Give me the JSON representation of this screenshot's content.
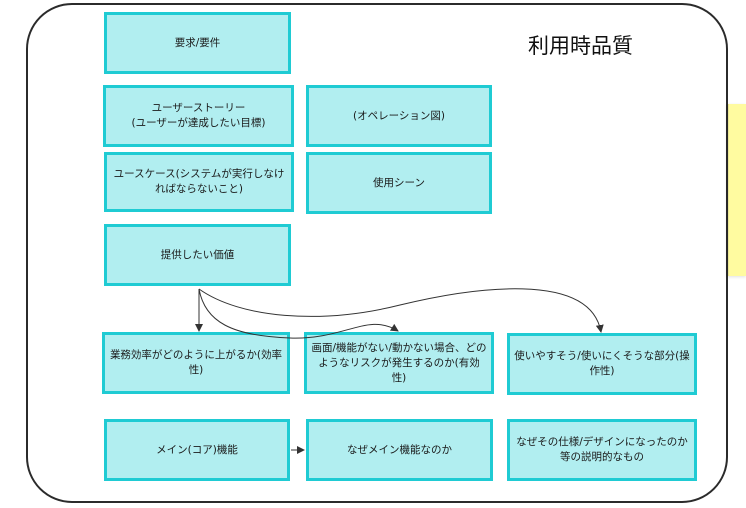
{
  "frame": {
    "title": "利用時品質"
  },
  "boxes": {
    "requirements": "要求/要件",
    "user_story": "ユーザーストーリー\n(ユーザーが達成したい目標)",
    "operation_diagram": "(オペレーション図)",
    "use_case": "ユースケース(システムが実行しなければならないこと)",
    "usage_scene": "使用シーン",
    "value": "提供したい価値",
    "efficiency": "業務効率がどのように上がるか(効率性)",
    "effectiveness": "画面/機能がない/動かない場合、どのようなリスクが発生するのか(有効性)",
    "operability": "使いやすそう/使いにくそうな部分(操作性)",
    "main_function": "メイン(コア)機能",
    "why_main": "なぜメイン機能なのか",
    "why_spec": "なぜその仕様/デザインになったのか等の説明的なもの"
  },
  "colors": {
    "box_fill": "#b1eef0",
    "box_border": "#1fcbd3",
    "frame_border": "#2b2b2b",
    "sticky_note": "#fffba0"
  }
}
